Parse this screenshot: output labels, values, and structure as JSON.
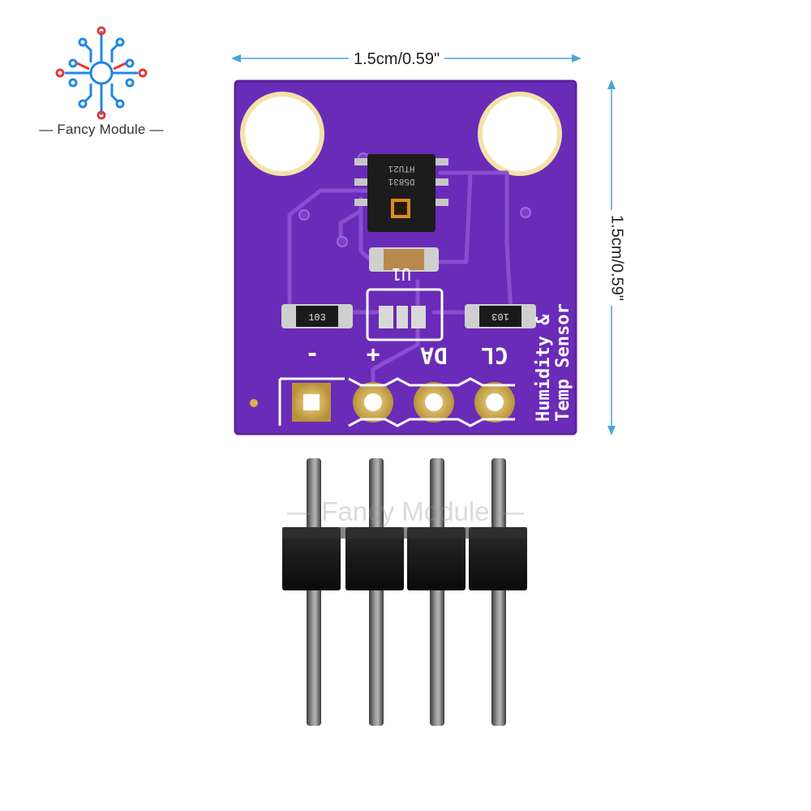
{
  "brand": {
    "name": "Fancy Module",
    "logo_icon": "circuit-cross-logo",
    "colors": {
      "red": "#e53935",
      "blue": "#1e88e5"
    }
  },
  "dimensions": {
    "width_label": "1.5cm/0.59\"",
    "height_label": "1.5cm/0.59\""
  },
  "board": {
    "color": "#6a2bb8",
    "silkscreen": {
      "title_line1": "Humidity &",
      "title_line2": "Temp Sensor",
      "pin_labels": [
        "-",
        "+",
        "DA",
        "CL"
      ],
      "u1": "U1"
    },
    "chip_marking_1": "HTU21",
    "chip_marking_2": "D5831",
    "resistor_left": "103",
    "resistor_right": "103"
  },
  "header_pins": {
    "count": 4
  },
  "watermark": "— Fancy Module —"
}
